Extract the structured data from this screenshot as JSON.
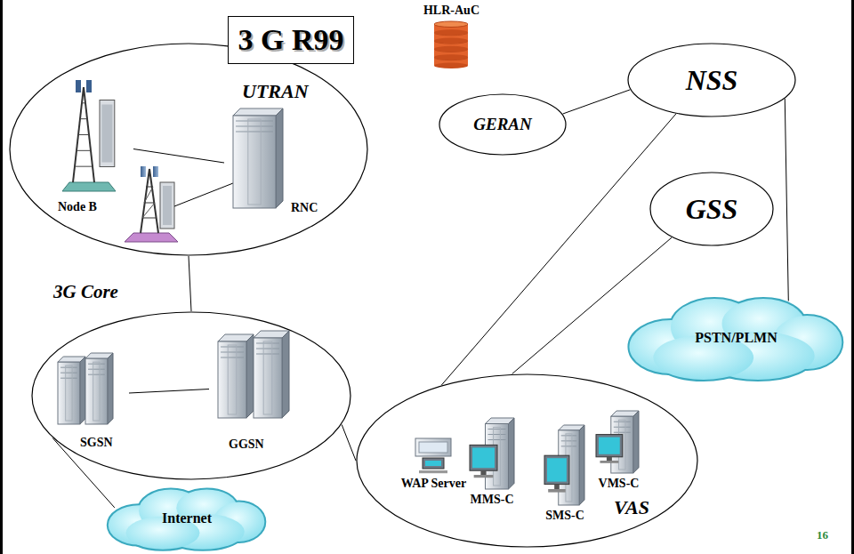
{
  "diagram": {
    "title": "3 G R99",
    "nodes": [
      {
        "text": [
          "UTRAN"
        ]
      },
      {
        "text": [
          "Node B"
        ],
        "in": 0
      },
      {
        "text": [
          "RNC"
        ],
        "in": 0
      },
      {
        "text": [
          "HLR-AuC"
        ]
      },
      {
        "text": [
          "GERAN"
        ]
      },
      {
        "text": [
          "NSS"
        ]
      },
      {
        "text": [
          "GSS"
        ]
      },
      {
        "text": [
          "3G Core"
        ]
      },
      {
        "text": [
          "SGSN"
        ],
        "in": 7
      },
      {
        "text": [
          "GGSN"
        ],
        "in": 7
      },
      {
        "text": [
          "PSTN/PLMN"
        ]
      },
      {
        "text": [
          "Internet"
        ]
      },
      {
        "text": [
          "VAS"
        ]
      },
      {
        "text": [
          "WAP Server"
        ],
        "in": 12
      },
      {
        "text": [
          "MMS-C"
        ],
        "in": 12
      },
      {
        "text": [
          "SMS-C"
        ],
        "in": 12
      },
      {
        "text": [
          "VMS-C"
        ],
        "in": 12
      }
    ],
    "edges": [
      {
        "from": 0,
        "to": 7,
        "arrow": "none"
      },
      {
        "from": 1,
        "to": 2,
        "arrow": "none"
      },
      {
        "from": 8,
        "to": 9,
        "arrow": "none"
      },
      {
        "from": 4,
        "to": 5,
        "arrow": "none"
      },
      {
        "from": 5,
        "to": 10,
        "arrow": "none"
      },
      {
        "from": 5,
        "to": 12,
        "arrow": "none"
      },
      {
        "from": 6,
        "to": 12,
        "arrow": "none"
      },
      {
        "from": 7,
        "to": 12,
        "arrow": "none"
      },
      {
        "from": 7,
        "to": 11,
        "arrow": "none"
      }
    ],
    "labels": [
      "16"
    ]
  }
}
